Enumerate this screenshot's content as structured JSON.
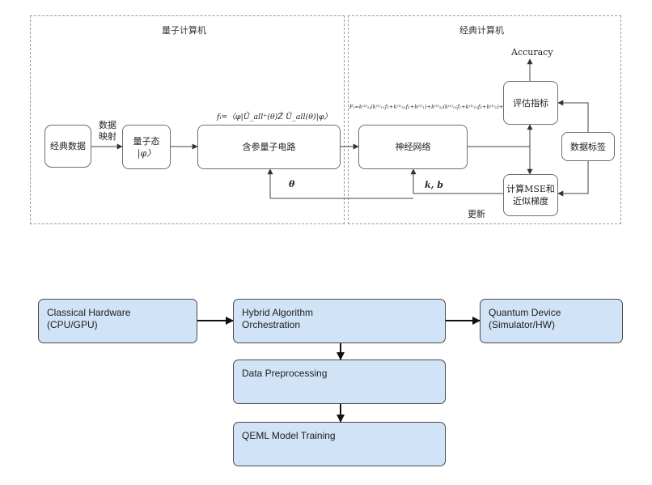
{
  "top": {
    "quantum_title": "量子计算机",
    "classical_title": "经典计算机",
    "classical_data": "经典数据",
    "encoding_label_1": "数据",
    "encoding_label_2": "映射",
    "quantum_state_line1": "量子态",
    "quantum_state_line2": "|φ〉",
    "pqc": "含参量子电路",
    "pqc_formula": "fᵢ=〈φ|Ũ_all⁺(θ)Ẑ Ũ_all(θ)|φ〉",
    "neural_net": "神经网络",
    "nn_formula": "Fⱼ=k⁽²⁾₁ⱼ(k⁽¹⁾₁₁f₁+k⁽¹⁾₂₁f₂+b⁽¹⁾₁)+k⁽²⁾₂ⱼ(k⁽¹⁾₁₂f₁+k⁽¹⁾₂₂f₂+b⁽¹⁾₂)+b⁽²⁾ⱼ...",
    "evaluate": "评估指标",
    "accuracy": "Accuracy",
    "data_labels": "数据标签",
    "loss_line1": "计算MSE和",
    "loss_line2": "近似梯度",
    "theta_label": "θ",
    "kb_label": "k, b",
    "update_label": "更新"
  },
  "bottom": {
    "classical_hw_line1": "Classical Hardware",
    "classical_hw_line2": "(CPU/GPU)",
    "hybrid_line1": "Hybrid Algorithm",
    "hybrid_line2": "Orchestration",
    "quantum_dev_line1": "Quantum Device",
    "quantum_dev_line2": "(Simulator/HW)",
    "preprocessing": "Data Preprocessing",
    "training": "QEML Model Training"
  },
  "colors": {
    "box_fill": "#d1e4f7",
    "box_border": "#4a4a4a",
    "line": "#333333",
    "dashed_border": "#9a9a9a"
  }
}
